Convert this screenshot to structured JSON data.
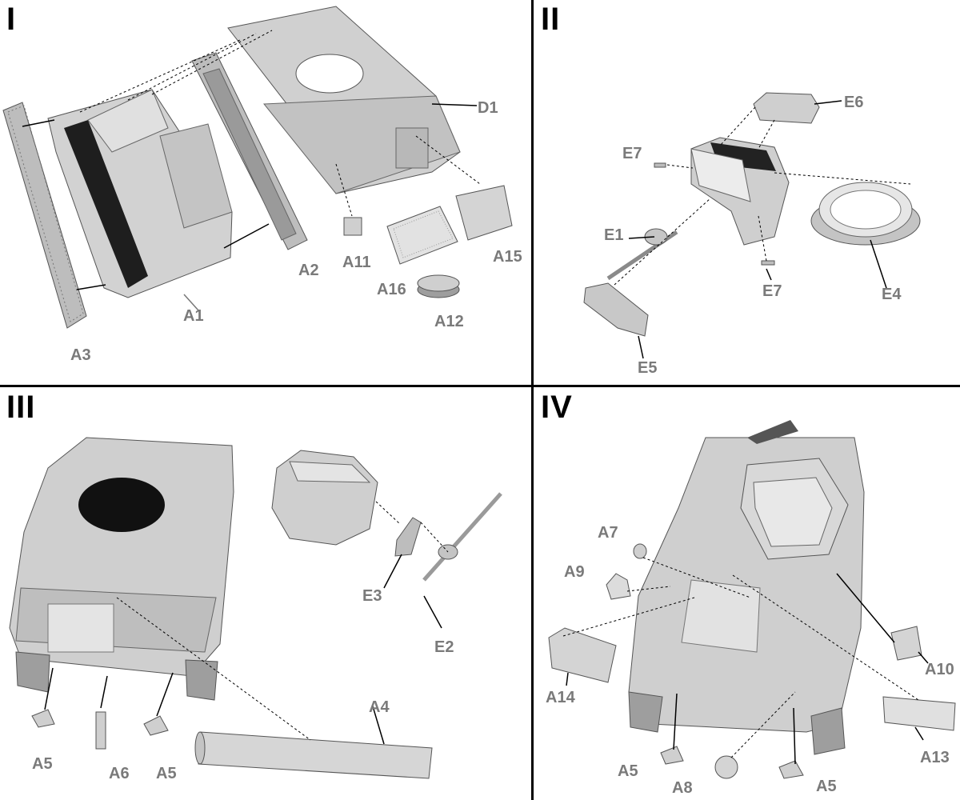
{
  "panels": {
    "p1": {
      "numeral": "I",
      "labels": {
        "d1": "D1",
        "a2": "A2",
        "a1": "A1",
        "a3": "A3",
        "a11": "A11",
        "a16": "A16",
        "a12": "A12",
        "a15": "A15"
      }
    },
    "p2": {
      "numeral": "II",
      "labels": {
        "e6": "E6",
        "e7a": "E7",
        "e1": "E1",
        "e7b": "E7",
        "e4": "E4",
        "e5": "E5"
      }
    },
    "p3": {
      "numeral": "III",
      "labels": {
        "e3": "E3",
        "e2": "E2",
        "a4": "A4",
        "a5a": "A5",
        "a6": "A6",
        "a5b": "A5"
      }
    },
    "p4": {
      "numeral": "IV",
      "labels": {
        "a7": "A7",
        "a9": "A9",
        "a14": "A14",
        "a10": "A10",
        "a13": "A13",
        "a5a": "A5",
        "a8": "A8",
        "a5b": "A5"
      }
    }
  },
  "colors": {
    "line": "#000000",
    "label": "#7a7a7a",
    "part_fill": "#c8c8c8",
    "part_light": "#e2e2e2",
    "part_dark": "#8e8e8e",
    "part_stroke": "#555555"
  }
}
